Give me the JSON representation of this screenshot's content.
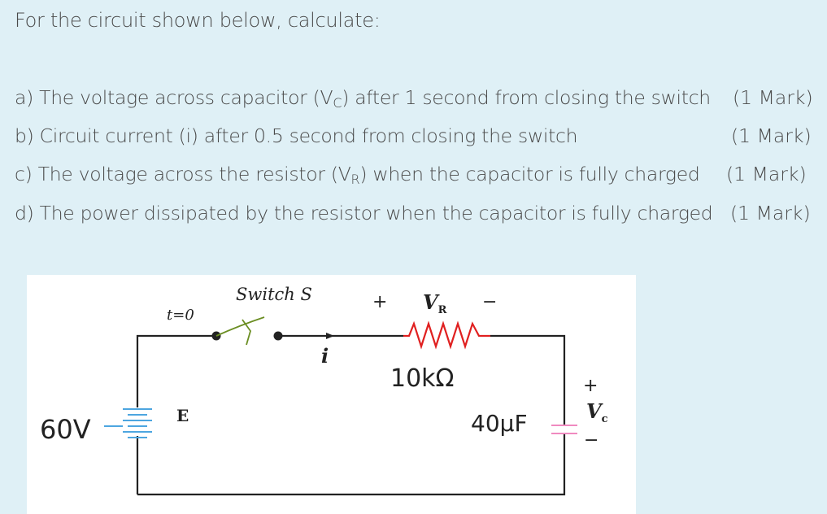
{
  "intro": "For the circuit shown below, calculate:",
  "questions": [
    {
      "pre": "a) The voltage across capacitor (V",
      "sub": "C",
      "post": ") after 1 second from closing the switch",
      "mark": "(1 Mark)"
    },
    {
      "pre": "b) Circuit current (i) after 0.5 second from closing the switch",
      "sub": "",
      "post": "",
      "mark": "(1 Mark)"
    },
    {
      "pre": "c) The voltage across the resistor (V",
      "sub": "R",
      "post": ") when the capacitor is fully charged",
      "mark": "(1 Mark)"
    },
    {
      "pre": "d) The power dissipated by the resistor when the capacitor is fully charged",
      "sub": "",
      "post": "",
      "mark": "(1 Mark)"
    }
  ],
  "circuit": {
    "switch_label": "Switch S",
    "time_label": "t=0",
    "vr_plus": "+",
    "vr_label": "V",
    "vr_sub": "R",
    "vr_minus": "−",
    "current_label": "i",
    "resistor_value": "10kΩ",
    "source_value": "60V",
    "source_label": "E",
    "capacitor_value": "40µF",
    "vc_plus": "+",
    "vc_label": "V",
    "vc_sub": "c",
    "vc_minus": "−",
    "colors": {
      "wire": "#222222",
      "resistor": "#e02020",
      "switch_arm": "#6b8e23",
      "battery": "#4da6e0",
      "capacitor": "#f08ac0"
    }
  }
}
